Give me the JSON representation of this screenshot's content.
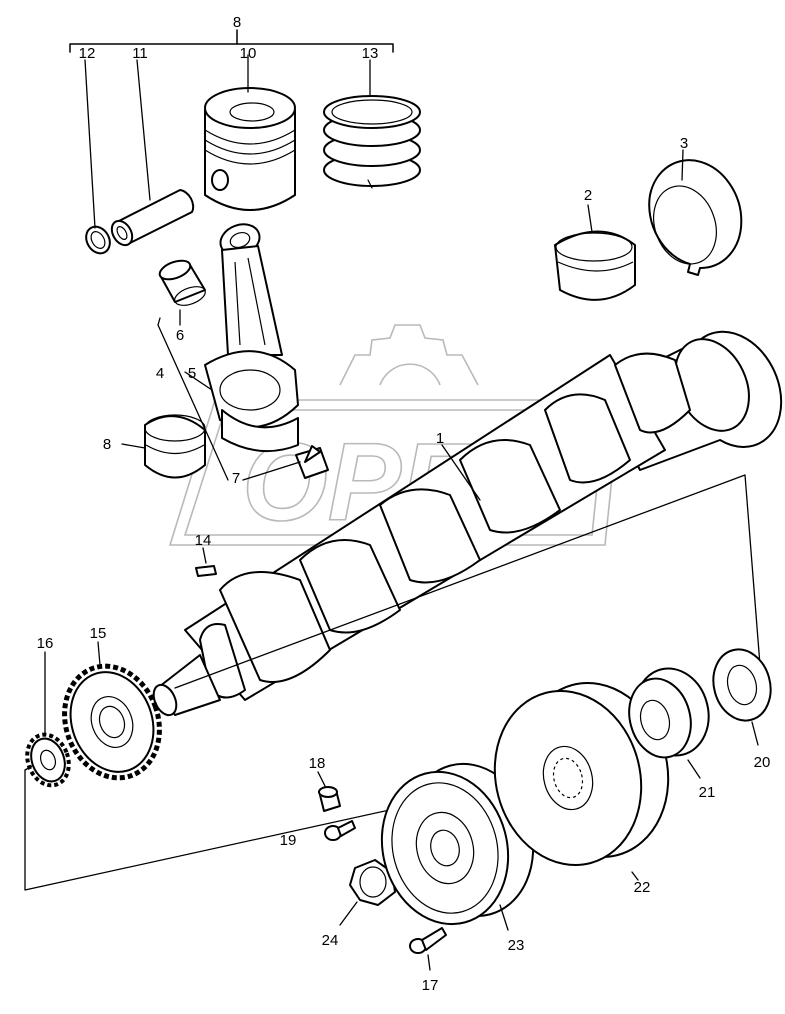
{
  "diagram": {
    "callouts": [
      "8",
      "12",
      "11",
      "10",
      "13",
      "3",
      "2",
      "6",
      "4",
      "5",
      "8",
      "7",
      "1",
      "14",
      "15",
      "16",
      "18",
      "19",
      "24",
      "23",
      "17",
      "22",
      "21",
      "20"
    ],
    "watermark": "OPEX"
  }
}
